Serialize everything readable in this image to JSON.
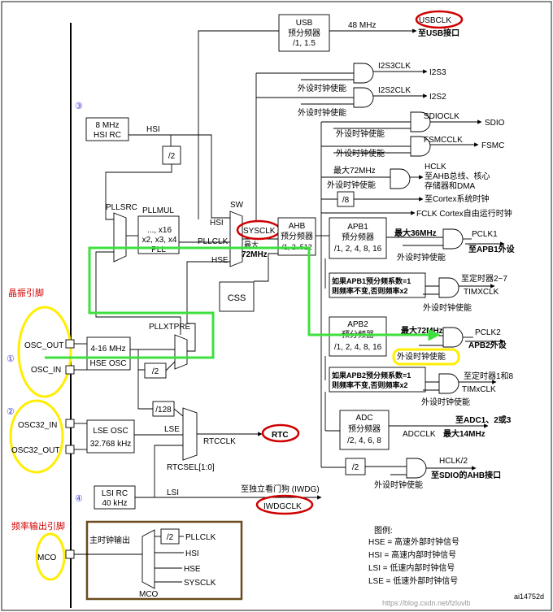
{
  "labels": {
    "usb_box": "USB",
    "usb_div_title": "预分频器",
    "usb_div_vals": "/1, 1.5",
    "usb_freq": "48 MHz",
    "usbclk": "USBCLK",
    "usb_dest": "至USB接口",
    "i2s3clk": "I2S3CLK",
    "i2s3": "I2S3",
    "i2s2clk": "I2S2CLK",
    "i2s2": "I2S2",
    "periph_en": "外设时钟使能",
    "sdioclk": "SDIOCLK",
    "sdio": "SDIO",
    "fsmcclk": "FSMCCLK",
    "fsmc": "FSMC",
    "max72": "最大72MHz",
    "hclk": "HCLK",
    "hclk_dest1": "至AHB总线、核心",
    "hclk_dest2": "存储器和DMA",
    "div8": "/8",
    "cortex_timer": "至Cortex系统时钟",
    "fclk": "FCLK Cortex自由运行时钟",
    "hsi_rc_1": "8 MHz",
    "hsi_rc_2": "HSI RC",
    "hsi": "HSI",
    "div2": "/2",
    "circle3": "③",
    "pllsrc": "PLLSRC",
    "pllmul": "PLLMUL",
    "pll_vals_1": "..., x16",
    "pll_vals_2": "x2, x3, x4",
    "pll": "PLL",
    "sw": "SW",
    "pllclk": "PLLCLK",
    "hse": "HSE",
    "sysclk": "SYSCLK",
    "max_label": "最大",
    "max72mhz": "72MHz",
    "ahb": "AHB",
    "ahb_div_title": "预分频器",
    "ahb_div_vals": "/1, 2..512",
    "apb1": "APB1",
    "apb1_div_title": "预分频器",
    "apb1_div_vals": "/1, 2, 4, 8, 16",
    "max36": "最大36MHz",
    "pclk1": "PCLK1",
    "apb1_dest": "至APB1外设",
    "tim_note1_a": "如果APB1预分频系数=1",
    "tim_note1_b": "则频率不变,否则频率x2",
    "tim27": "至定时器2~7",
    "timxclk": "TIMXCLK",
    "css": "CSS",
    "pllxtpre": "PLLXTPRE",
    "xtal_pins": "晶振引脚",
    "osc_out": "OSC_OUT",
    "osc_in": "OSC_IN",
    "circle1": "①",
    "hse_osc_freq": "4-16 MHz",
    "hse_osc": "HSE OSC",
    "apb2": "APB2",
    "apb2_div_title": "预分频器",
    "apb2_div_vals": "/1, 2, 4, 8, 16",
    "max72b": "最大72MHz",
    "pclk2": "PCLK2",
    "apb2_dest": "APB2外设",
    "tim_note2_a": "如果APB2预分频系数=1",
    "tim_note2_b": "则频率不变,否则频率x2",
    "tim18": "至定时器1和8",
    "tim_xclk2": "TIMxCLK",
    "adc": "ADC",
    "adc_div_title": "预分频器",
    "adc_div_vals": "/2, 4, 6, 8",
    "adcclk": "ADCCLK",
    "adc_dest": "至ADC1、2或3",
    "adc_max": "最大14MHz",
    "circle2": "②",
    "osc32_in": "OSC32_IN",
    "osc32_out": "OSC32_OUT",
    "lse_osc": "LSE OSC",
    "lse_freq": "32.768 kHz",
    "lse": "LSE",
    "div128": "/128",
    "rtcclk": "RTCCLK",
    "rtc": "RTC",
    "rtcsel": "RTCSEL[1:0]",
    "hclk2": "HCLK/2",
    "sdio_ahb": "至SDIO的AHB接口",
    "circle4": "④",
    "lsi_rc_1": "LSI RC",
    "lsi_rc_2": "40 kHz",
    "lsi": "LSI",
    "iwdg_dest": "至独立看门狗 (IWDG)",
    "iwdgclk": "IWDGCLK",
    "freq_out_pins": "频率输出引脚",
    "mco": "MCO",
    "mco_out": "主时钟输出",
    "mco_pllclk": "PLLCLK",
    "mco_hsi": "HSI",
    "mco_hse": "HSE",
    "mco_sysclk": "SYSCLK",
    "mco_label": "MCO",
    "legend_title": "图例:",
    "legend_hse": "HSE = 高速外部时钟信号",
    "legend_hsi": "HSI = 高速内部时钟信号",
    "legend_lsi": "LSI = 低速内部时钟信号",
    "legend_lse": "LSE = 低速外部时钟信号",
    "ref": "ai14752d",
    "watermark": "https://blog.csdn.net/fzluvlb"
  },
  "colors": {
    "highlight_red": "#d00000",
    "highlight_yellow": "#ffee00",
    "path_green": "#3de03d",
    "mco_frame": "#6b4a1e",
    "circle_blue": "#3a3ad8"
  }
}
